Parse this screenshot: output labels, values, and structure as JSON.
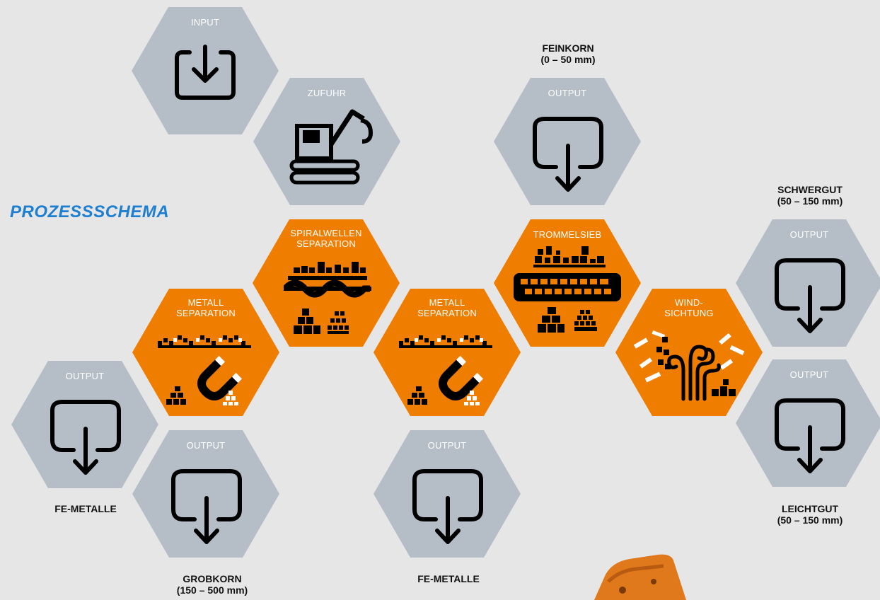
{
  "title": "PROZESSSCHEMA",
  "nodes": {
    "input": "INPUT",
    "zufuhr": "ZUFUHR",
    "spiral": "SPIRALWELLEN\nSEPARATION",
    "metall1": "METALL\nSEPARATION",
    "metall2": "METALL\nSEPARATION",
    "trommel": "TROMMELSIEB",
    "wind": "WIND-\nSICHTUNG",
    "out_feinkorn": "OUTPUT",
    "out_schwergut": "OUTPUT",
    "out_leichtgut": "OUTPUT",
    "out_fe1": "OUTPUT",
    "out_grobkorn": "OUTPUT",
    "out_fe2": "OUTPUT"
  },
  "captions": {
    "feinkorn": "FEINKORN\n(0 – 50 mm)",
    "schwergut": "SCHWERGUT\n(50 – 150 mm)",
    "leichtgut": "LEICHTGUT\n(50 – 150 mm)",
    "fe1": "FE-METALLE",
    "grobkorn": "GROBKORN\n(150 – 500 mm)",
    "fe2": "FE-METALLE"
  },
  "colors": {
    "process": "#ef7d00",
    "io": "#b5bec6",
    "title": "#1e7fd0",
    "background": "#e6e6e6"
  },
  "icons": [
    "input-tray-icon",
    "excavator-icon",
    "output-tray-icon",
    "screw-conveyor-icon",
    "magnet-icon",
    "drum-screen-icon",
    "wind-sifter-icon"
  ]
}
